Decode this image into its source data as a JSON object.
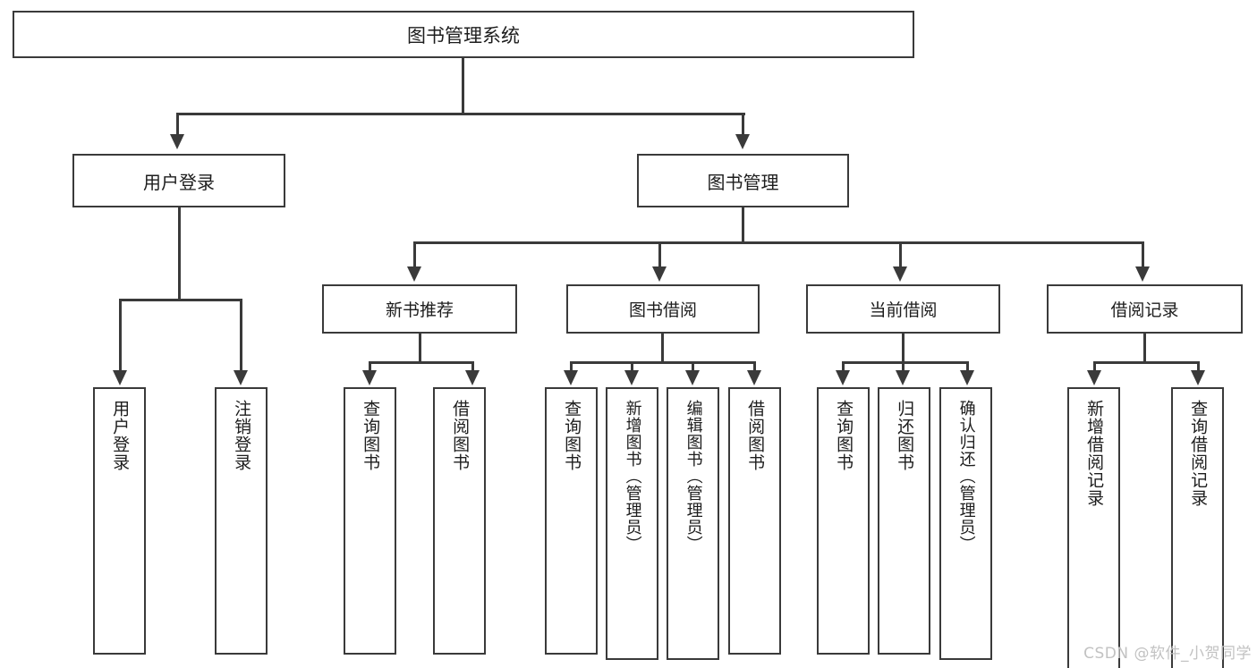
{
  "diagram": {
    "type": "tree-hierarchy",
    "title": "图书管理系统",
    "root": {
      "label": "图书管理系统"
    },
    "level1": [
      {
        "label": "用户登录"
      },
      {
        "label": "图书管理"
      }
    ],
    "level2": [
      {
        "label": "新书推荐"
      },
      {
        "label": "图书借阅"
      },
      {
        "label": "当前借阅"
      },
      {
        "label": "借阅记录"
      }
    ],
    "leaves": {
      "user_login": [
        {
          "label": "用户登录"
        },
        {
          "label": "注销登录"
        }
      ],
      "new_book_recommend": [
        {
          "label": "查询图书"
        },
        {
          "label": "借阅图书"
        }
      ],
      "book_borrow": [
        {
          "label": "查询图书"
        },
        {
          "label": "新增图书（管理员）"
        },
        {
          "label": "编辑图书（管理员）"
        },
        {
          "label": "借阅图书"
        }
      ],
      "current_borrow": [
        {
          "label": "查询图书"
        },
        {
          "label": "归还图书"
        },
        {
          "label": "确认归还（管理员）"
        }
      ],
      "borrow_record": [
        {
          "label": "新增借阅记录"
        },
        {
          "label": "查询借阅记录"
        }
      ]
    }
  },
  "watermark": {
    "text": "CSDN @软件_小贺同学"
  },
  "colors": {
    "stroke": "#3a3a3a",
    "text": "#1d1d1d",
    "background": "#ffffff",
    "watermark": "#c2c2c2"
  }
}
